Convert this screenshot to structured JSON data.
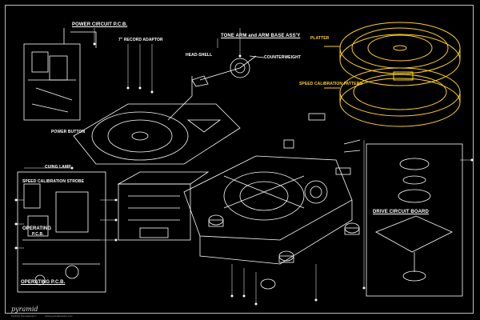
{
  "labels": {
    "power_circuit_pcb": "POWER CIRCUIT P.C.B.",
    "record_adaptor": "7\" RECORD ADAPTOR",
    "tone_arm": "TONE ARM and ARM BASE ASS'Y",
    "head_shell": "HEAD-SHELL",
    "counterweight": "COUNTERWEIGHT",
    "platter": "PLATTER",
    "speed_calibration_pattern": "SPEED CALIBRATION PATTERN",
    "power_button": "POWER BUTTON",
    "cuing_lamp": "CUING LAMP",
    "speed_calibration_strobe": "SPEED CALIBRATION STROBE",
    "operating": "OPERATING",
    "operating_pcb": "OPERATING P.C.B.",
    "drive_circuit_board": "DRIVE CIRCUIT BOARD",
    "operating_small": "P.C.B."
  },
  "footer": {
    "brand": "pyramid",
    "fine1": "Pyramid International ©",
    "fine2": "www.pyramidposters.com"
  },
  "colors": {
    "background": "#000000",
    "lines": "#ffffff",
    "highlight": "#ffd21a"
  }
}
